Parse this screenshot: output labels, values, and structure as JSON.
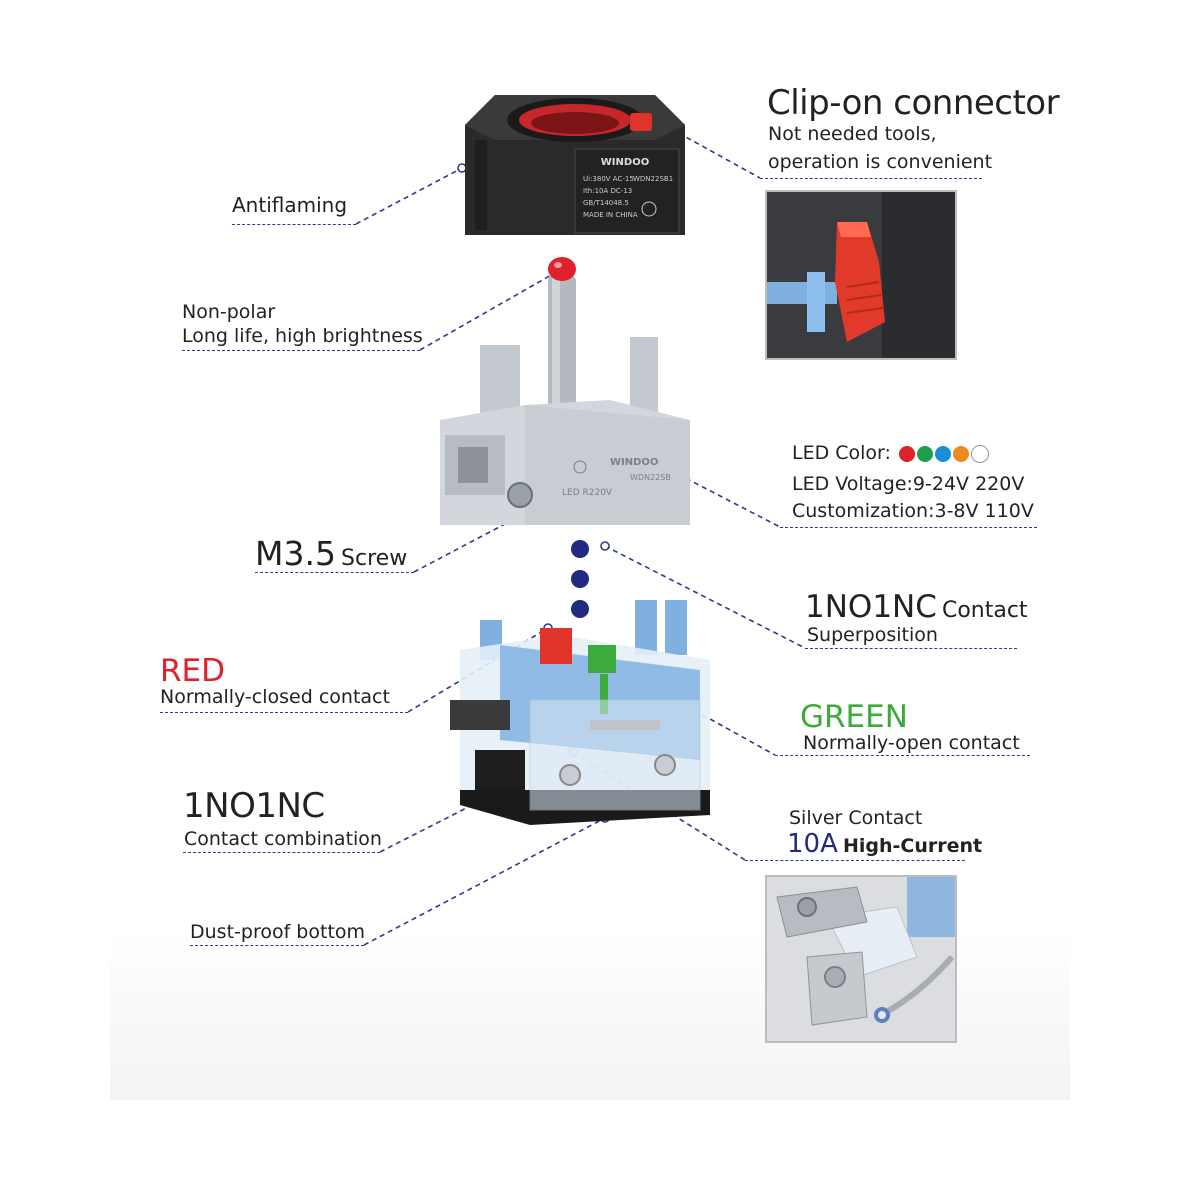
{
  "brand": "WINDOO",
  "labels": {
    "clip_title": "Clip-on connector",
    "clip_line1": "Not needed tools,",
    "clip_line2": "operation is convenient",
    "antiflaming": "Antiflaming",
    "nonpolar_line1": "Non-polar",
    "nonpolar_line2": "Long life, high brightness",
    "led_color": "LED Color:",
    "led_voltage": "LED Voltage:9-24V 220V",
    "customization": "Customization:3-8V 110V",
    "screw_size": "M3.5",
    "screw_word": "Screw",
    "contact_big": "1NO1NC",
    "contact_word": "Contact",
    "superposition": "Superposition",
    "red_title": "RED",
    "red_sub": "Normally-closed contact",
    "green_title": "GREEN",
    "green_sub": "Normally-open contact",
    "combo_title": "1NO1NC",
    "combo_sub": "Contact combination",
    "silver": "Silver Contact",
    "amp": "10A",
    "high_current": "High-Current",
    "dust": "Dust-proof bottom"
  },
  "holder_text": {
    "line1": "Ui:380V AC-15",
    "line2": "Ith:10A DC-13",
    "line3": "GB/T14048.5",
    "line4": "MADE IN CHINA",
    "model": "WDN22SB1"
  },
  "lamp_text": {
    "rating": "LED R220V",
    "model": "WDN22SB"
  },
  "led_colors": [
    "#e0202a",
    "#1e9e4a",
    "#1a8fd8",
    "#f08a1c",
    "#ffffff"
  ],
  "colors": {
    "leader": "#2c3a8c",
    "red": "#e0202a",
    "green": "#3daa3d",
    "navy": "#1f2a80"
  }
}
